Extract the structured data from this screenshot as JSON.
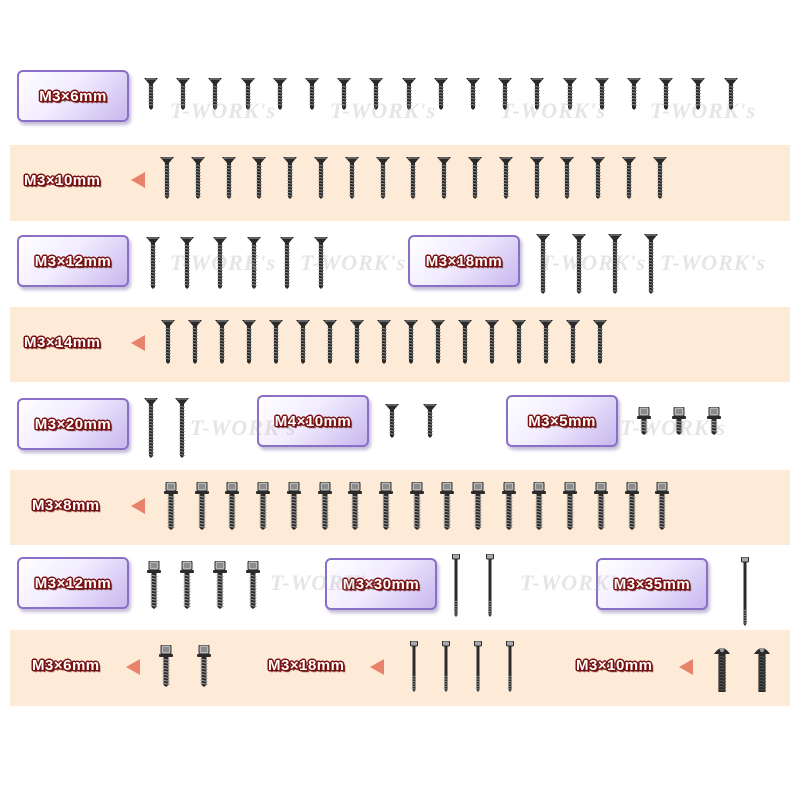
{
  "rows": [
    {
      "id": "r1",
      "style": "box",
      "label": "M3×6mm",
      "screw_type": "flat",
      "shaft": 24,
      "count": 19
    },
    {
      "id": "r2",
      "style": "band",
      "label": "M3×10mm",
      "screw_type": "flat",
      "shaft": 34,
      "count": 17
    },
    {
      "id": "r3a",
      "style": "box",
      "label": "M3×12mm",
      "screw_type": "flat",
      "shaft": 44,
      "count": 6
    },
    {
      "id": "r3b",
      "style": "box",
      "label": "M3×18mm",
      "screw_type": "flat",
      "shaft": 52,
      "count": 4
    },
    {
      "id": "r4",
      "style": "band",
      "label": "M3×14mm",
      "screw_type": "flat",
      "shaft": 36,
      "count": 17
    },
    {
      "id": "r5a",
      "style": "box",
      "label": "M3×20mm",
      "screw_type": "flat",
      "shaft": 52,
      "count": 2
    },
    {
      "id": "r5b",
      "style": "box",
      "label": "M4×10mm",
      "screw_type": "flat",
      "shaft": 26,
      "count": 2
    },
    {
      "id": "r5c",
      "style": "box",
      "label": "M3×5mm",
      "screw_type": "flange",
      "shaft": 14,
      "count": 3
    },
    {
      "id": "r6",
      "style": "band",
      "label": "M3×8mm",
      "screw_type": "flange",
      "shaft": 34,
      "count": 17
    },
    {
      "id": "r7a",
      "style": "box",
      "label": "M3×12mm",
      "screw_type": "flange",
      "shaft": 34,
      "count": 4
    },
    {
      "id": "r7b",
      "style": "box",
      "label": "M3×30mm",
      "screw_type": "thin",
      "shaft": 56,
      "count": 2
    },
    {
      "id": "r7c",
      "style": "box",
      "label": "M3×35mm",
      "screw_type": "thin",
      "shaft": 62,
      "count": 1
    },
    {
      "id": "r8a",
      "style": "band",
      "label": "M3×6mm",
      "screw_type": "flange",
      "shaft": 28,
      "count": 2
    },
    {
      "id": "r8b",
      "style": "band",
      "label": "M3×18mm",
      "screw_type": "thin",
      "shaft": 44,
      "count": 4
    },
    {
      "id": "r8c",
      "style": "band",
      "label": "M3×10mm",
      "screw_type": "button",
      "shaft": 38,
      "count": 2
    }
  ],
  "watermark": "T-WORK's",
  "colors": {
    "band_bg": "#fdebd8",
    "box_border": "#8a6fc7",
    "label_outline": "#7a1010",
    "arrow": "#e9826b",
    "screw_dark": "#2b2b2b",
    "screw_light": "#9a9a9a"
  }
}
